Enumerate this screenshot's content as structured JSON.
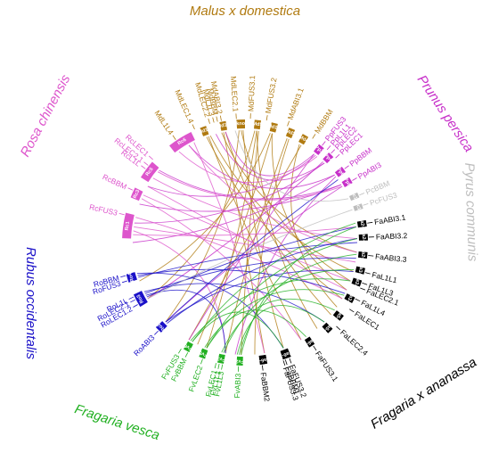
{
  "species": {
    "malus": {
      "name": "Malus x domestica",
      "color": "#B07A10"
    },
    "prunus": {
      "name": "Prunus persica",
      "color": "#C72FC9"
    },
    "pyrus": {
      "name": "Pyrus communis",
      "color": "#BDBDBD"
    },
    "fragaria_ananassa": {
      "name": "Fragaria x ananassa",
      "color": "#000000"
    },
    "fragaria_vesca": {
      "name": "Fragaria vesca",
      "color": "#22B022"
    },
    "rubus": {
      "name": "Rubus occidentalis",
      "color": "#1A10C8"
    },
    "rosa": {
      "name": "Rosa chinensis",
      "color": "#DD55CC"
    }
  },
  "chromosomes": [
    {
      "sp": "malus",
      "label": "Md11",
      "a0": -21.5,
      "a1": -18.5
    },
    {
      "sp": "malus",
      "label": "Md10",
      "a0": -12.0,
      "a1": -9.0
    },
    {
      "sp": "malus",
      "label": "Unknown",
      "a0": -4.0,
      "a1": 0.0
    },
    {
      "sp": "malus",
      "label": "Md9",
      "a0": 4.5,
      "a1": 7.5
    },
    {
      "sp": "malus",
      "label": "Md17",
      "a0": 12.5,
      "a1": 15.5
    },
    {
      "sp": "malus",
      "label": "Md3",
      "a0": 21.0,
      "a1": 24.0
    },
    {
      "sp": "malus",
      "label": "Md4",
      "a0": 28.0,
      "a1": 31.0
    },
    {
      "sp": "prunus",
      "label": "Pp3",
      "a0": 37.0,
      "a1": 40.0
    },
    {
      "sp": "prunus",
      "label": "Pp4",
      "a0": 43.0,
      "a1": 46.0
    },
    {
      "sp": "prunus",
      "label": "Pp6",
      "a0": 52.0,
      "a1": 55.0
    },
    {
      "sp": "prunus",
      "label": "Pp8",
      "a0": 58.0,
      "a1": 61.0
    },
    {
      "sp": "pyrus",
      "label": "Pc12",
      "a0": 66.0,
      "a1": 68.5
    },
    {
      "sp": "pyrus",
      "label": "Pc17",
      "a0": 71.5,
      "a1": 74.0
    },
    {
      "sp": "fragaria_ananassa",
      "label": "Fa2-1",
      "a0": 79.5,
      "a1": 82.5
    },
    {
      "sp": "fragaria_ananassa",
      "label": "Fa2-3",
      "a0": 86.0,
      "a1": 89.0
    },
    {
      "sp": "fragaria_ananassa",
      "label": "Fa2-4",
      "a0": 94.5,
      "a1": 97.5
    },
    {
      "sp": "fragaria_ananassa",
      "label": "Fa3-1",
      "a0": 102.0,
      "a1": 105.0
    },
    {
      "sp": "fragaria_ananassa",
      "label": "Fa3-2",
      "a0": 108.0,
      "a1": 111.0
    },
    {
      "sp": "fragaria_ananassa",
      "label": "Fa3-3",
      "a0": 116.5,
      "a1": 119.5
    },
    {
      "sp": "fragaria_ananassa",
      "label": "Fa5-4",
      "a0": 126.5,
      "a1": 129.5
    },
    {
      "sp": "fragaria_ananassa",
      "label": "Fa5-2",
      "a0": 134.5,
      "a1": 137.5
    },
    {
      "sp": "fragaria_ananassa",
      "label": "Fa6-1",
      "a0": 145.5,
      "a1": 148.5
    },
    {
      "sp": "fragaria_ananassa",
      "label": "Fa6-3",
      "a0": 158.0,
      "a1": 162.0
    },
    {
      "sp": "fragaria_ananassa",
      "label": "Fa6-4",
      "a0": 169.5,
      "a1": 173.0
    },
    {
      "sp": "fragaria_vesca",
      "label": "Fv2",
      "a0": 181.0,
      "a1": 184.0
    },
    {
      "sp": "fragaria_vesca",
      "label": "Fv3",
      "a0": 190.0,
      "a1": 193.0
    },
    {
      "sp": "fragaria_vesca",
      "label": "Fv5",
      "a0": 199.0,
      "a1": 202.0
    },
    {
      "sp": "fragaria_vesca",
      "label": "Fv6",
      "a0": 207.0,
      "a1": 210.0
    },
    {
      "sp": "rubus",
      "label": "Ro2",
      "a0": 223.0,
      "a1": 226.5
    },
    {
      "sp": "rubus",
      "label": "Ro3",
      "a0": 238.5,
      "a1": 245.0
    },
    {
      "sp": "rubus",
      "label": "Ro4",
      "a0": 251.0,
      "a1": 255.0
    },
    {
      "sp": "rosa",
      "label": "Rc1",
      "a0": 272.0,
      "a1": 284.0
    },
    {
      "sp": "rosa",
      "label": "Rc3",
      "a0": 291.5,
      "a1": 296.5
    },
    {
      "sp": "rosa",
      "label": "Rc5",
      "a0": 302.0,
      "a1": 311.0
    },
    {
      "sp": "rosa",
      "label": "Rc6",
      "a0": 322.0,
      "a1": 334.0
    }
  ],
  "genes": [
    {
      "sp": "malus",
      "text": "MdLEC1.4",
      "a": -24.0
    },
    {
      "sp": "malus",
      "text": "MdLEC2.2",
      "a": -16.5
    },
    {
      "sp": "malus",
      "text": "MdL1L3",
      "a": -14.5
    },
    {
      "sp": "malus",
      "text": "MdBBM",
      "a": -12.8
    },
    {
      "sp": "malus",
      "text": "MdABI3.2",
      "a": -11.0
    },
    {
      "sp": "malus",
      "text": "MdLEC2.1",
      "a": -4.0
    },
    {
      "sp": "malus",
      "text": "MdFUS3.1",
      "a": 2.5
    },
    {
      "sp": "malus",
      "text": "MdFUS3.2",
      "a": 10.0
    },
    {
      "sp": "malus",
      "text": "MdABI3.1",
      "a": 20.0
    },
    {
      "sp": "malus",
      "text": "MdL1L4",
      "a": -34.0
    },
    {
      "sp": "malus",
      "text": "MdBBM",
      "a": 33.0
    },
    {
      "sp": "prunus",
      "text": "PpFUS3",
      "a": 38.5
    },
    {
      "sp": "prunus",
      "text": "PpL1L1",
      "a": 41.5
    },
    {
      "sp": "prunus",
      "text": "PpLEC2",
      "a": 44.0
    },
    {
      "sp": "prunus",
      "text": "PpLEC1",
      "a": 47.0
    },
    {
      "sp": "prunus",
      "text": "PpBBM",
      "a": 53.5
    },
    {
      "sp": "prunus",
      "text": "PpABI3",
      "a": 60.0
    },
    {
      "sp": "pyrus",
      "text": "PcBBM",
      "a": 67.5
    },
    {
      "sp": "pyrus",
      "text": "PcFUS3",
      "a": 72.5
    },
    {
      "sp": "fragaria_ananassa",
      "text": "FaABI3.1",
      "a": 81.0
    },
    {
      "sp": "fragaria_ananassa",
      "text": "FaABI3.2",
      "a": 87.5
    },
    {
      "sp": "fragaria_ananassa",
      "text": "FaABI3.3",
      "a": 96.0
    },
    {
      "sp": "fragaria_ananassa",
      "text": "FaL1L1",
      "a": 104.0
    },
    {
      "sp": "fragaria_ananassa",
      "text": "FaL1L3",
      "a": 109.0
    },
    {
      "sp": "fragaria_ananassa",
      "text": "FaLEC2.1",
      "a": 111.5
    },
    {
      "sp": "fragaria_ananassa",
      "text": "FaL1L4",
      "a": 117.0
    },
    {
      "sp": "fragaria_ananassa",
      "text": "FaLEC1",
      "a": 122.5
    },
    {
      "sp": "fragaria_ananassa",
      "text": "FaLEC2.4",
      "a": 132.5
    },
    {
      "sp": "fragaria_ananassa",
      "text": "FaFUS3.1",
      "a": 146.5
    },
    {
      "sp": "fragaria_ananassa",
      "text": "FaFUS3.2",
      "a": 159.0
    },
    {
      "sp": "fragaria_ananassa",
      "text": "FaFUS3.3",
      "a": 162.0
    },
    {
      "sp": "fragaria_ananassa",
      "text": "FaBBM1",
      "a": 161.0
    },
    {
      "sp": "fragaria_ananassa",
      "text": "FaBBM2",
      "a": 172.0
    },
    {
      "sp": "fragaria_vesca",
      "text": "FvABI3",
      "a": 183.0
    },
    {
      "sp": "fragaria_vesca",
      "text": "FvL1L3",
      "a": 190.5
    },
    {
      "sp": "fragaria_vesca",
      "text": "FvL1L1",
      "a": 192.0
    },
    {
      "sp": "fragaria_vesca",
      "text": "FvLEC1",
      "a": 193.5
    },
    {
      "sp": "fragaria_vesca",
      "text": "FvLEC2",
      "a": 200.0
    },
    {
      "sp": "fragaria_vesca",
      "text": "FvBBM",
      "a": 207.5
    },
    {
      "sp": "fragaria_vesca",
      "text": "FvFUS3",
      "a": 211.0
    },
    {
      "sp": "rubus",
      "text": "RoABI3",
      "a": 224.5
    },
    {
      "sp": "rubus",
      "text": "RoLEC1.2",
      "a": 240.0
    },
    {
      "sp": "rubus",
      "text": "RoLEC2.1",
      "a": 242.5
    },
    {
      "sp": "rubus",
      "text": "RoL1L",
      "a": 244.0
    },
    {
      "sp": "rubus",
      "text": "RoFUS3",
      "a": 252.0
    },
    {
      "sp": "rubus",
      "text": "RoBBM",
      "a": 254.5
    },
    {
      "sp": "rosa",
      "text": "RcFUS3",
      "a": 283.0
    },
    {
      "sp": "rosa",
      "text": "RcBBM",
      "a": 295.0
    },
    {
      "sp": "rosa",
      "text": "RcL1L",
      "a": 306.5
    },
    {
      "sp": "rosa",
      "text": "RcLEC2.1",
      "a": 308.5
    },
    {
      "sp": "rosa",
      "text": "RcLEC1",
      "a": 312.0
    }
  ],
  "links": [
    [
      "malus",
      -20,
      120
    ],
    [
      "malus",
      -19,
      150
    ],
    [
      "malus",
      -11,
      170
    ],
    [
      "malus",
      -10,
      130
    ],
    [
      "malus",
      -2,
      110
    ],
    [
      "malus",
      -1,
      160
    ],
    [
      "malus",
      6,
      140
    ],
    [
      "malus",
      6,
      200
    ],
    [
      "malus",
      14,
      115
    ],
    [
      "malus",
      14,
      205
    ],
    [
      "malus",
      22,
      190
    ],
    [
      "malus",
      23,
      175
    ],
    [
      "malus",
      29,
      125
    ],
    [
      "malus",
      30,
      210
    ],
    [
      "malus",
      -18,
      105
    ],
    [
      "malus",
      -3,
      225
    ],
    [
      "malus",
      5,
      240
    ],
    [
      "malus",
      13,
      250
    ],
    [
      "malus",
      7,
      182
    ],
    [
      "malus",
      -12,
      95
    ],
    [
      "prunus",
      38,
      210
    ],
    [
      "prunus",
      39,
      300
    ],
    [
      "prunus",
      44,
      240
    ],
    [
      "prunus",
      45,
      280
    ],
    [
      "prunus",
      53,
      330
    ],
    [
      "prunus",
      54,
      185
    ],
    [
      "prunus",
      59,
      290
    ],
    [
      "prunus",
      60,
      225
    ],
    [
      "prunus",
      38,
      -10
    ],
    [
      "prunus",
      45,
      -15
    ],
    [
      "prunus",
      53,
      270
    ],
    [
      "prunus",
      59,
      310
    ],
    [
      "rosa",
      274,
      82
    ],
    [
      "rosa",
      278,
      100
    ],
    [
      "rosa",
      283,
      120
    ],
    [
      "rosa",
      293,
      150
    ],
    [
      "rosa",
      295,
      110
    ],
    [
      "rosa",
      305,
      88
    ],
    [
      "rosa",
      309,
      60
    ],
    [
      "rosa",
      324,
      40
    ],
    [
      "rosa",
      330,
      95
    ],
    [
      "rosa",
      333,
      170
    ],
    [
      "rosa",
      276,
      190
    ],
    [
      "rosa",
      300,
      115
    ],
    [
      "rubus",
      224,
      88
    ],
    [
      "rubus",
      225,
      105
    ],
    [
      "rubus",
      241,
      82
    ],
    [
      "rubus",
      243,
      98
    ],
    [
      "rubus",
      244,
      135
    ],
    [
      "rubus",
      252,
      90
    ],
    [
      "rubus",
      253,
      117
    ],
    [
      "rubus",
      254,
      160
    ],
    [
      "rubus",
      242,
      190
    ],
    [
      "rubus",
      225,
      56
    ],
    [
      "fragaria_vesca",
      182,
      82
    ],
    [
      "fragaria_vesca",
      183,
      96
    ],
    [
      "fragaria_vesca",
      191,
      104
    ],
    [
      "fragaria_vesca",
      192,
      127
    ],
    [
      "fragaria_vesca",
      200,
      88
    ],
    [
      "fragaria_vesca",
      201,
      147
    ],
    [
      "fragaria_vesca",
      208,
      80
    ],
    [
      "fragaria_vesca",
      209,
      110
    ],
    [
      "fragaria_vesca",
      208,
      160
    ],
    [
      "fragaria_vesca",
      200,
      118
    ],
    [
      "fragaria_vesca",
      184,
      135
    ],
    [
      "pyrus",
      67,
      -5
    ],
    [
      "pyrus",
      73,
      240
    ]
  ]
}
